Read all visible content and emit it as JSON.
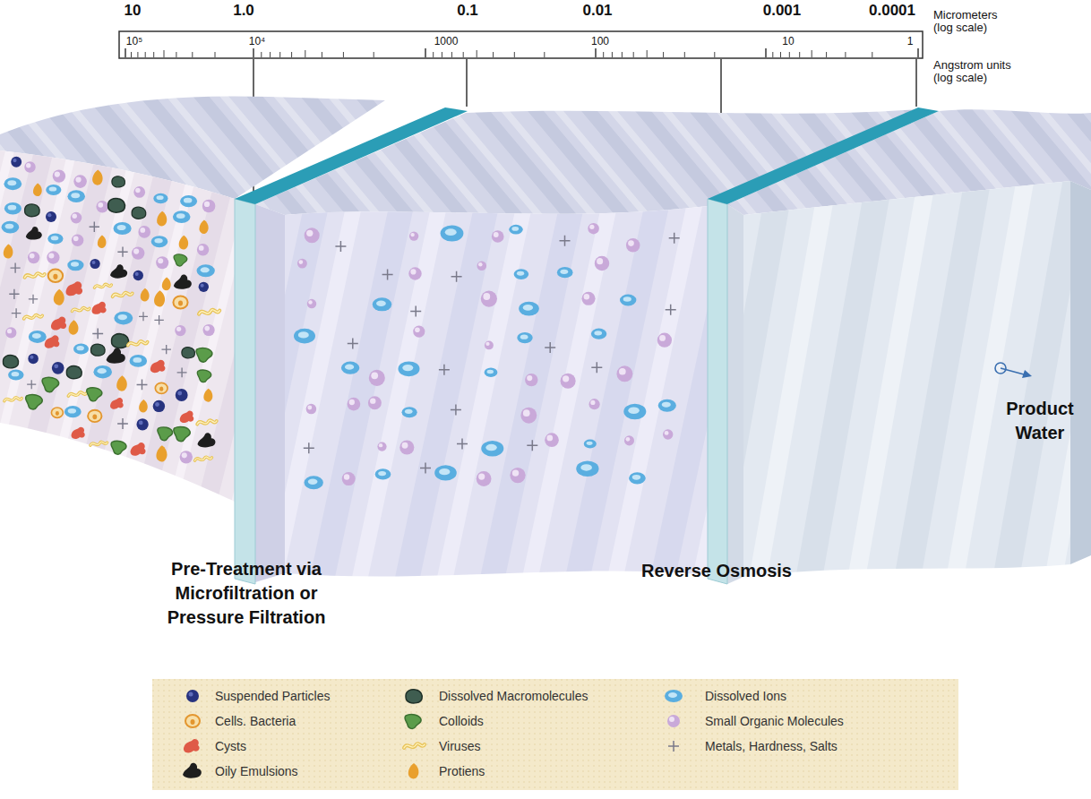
{
  "diagram": {
    "labels": [
      "10",
      "1.0",
      "0.1",
      "0.01",
      "0.001",
      "0.0001",
      "Micrometers (log scale)",
      "10⁵",
      "10⁴",
      "1000",
      "100",
      "10",
      "1",
      "Angstrom units (log scale)",
      "Pre-Treatment via Microfiltration or Pressure Filtration",
      "Reverse Osmosis",
      "Product Water"
    ],
    "legend": [
      {
        "text": "Suspended Particles"
      },
      {
        "text": "Cells. Bacteria"
      },
      {
        "text": "Cysts"
      },
      {
        "text": "Oily Emulsions"
      },
      {
        "text": "Dissolved Macromolecules"
      },
      {
        "text": "Colloids"
      },
      {
        "text": "Viruses"
      },
      {
        "text": "Protiens"
      },
      {
        "text": "Dissolved Ions"
      },
      {
        "text": "Small Organic Molecules"
      },
      {
        "text": "Metals, Hardness, Salts"
      }
    ]
  }
}
